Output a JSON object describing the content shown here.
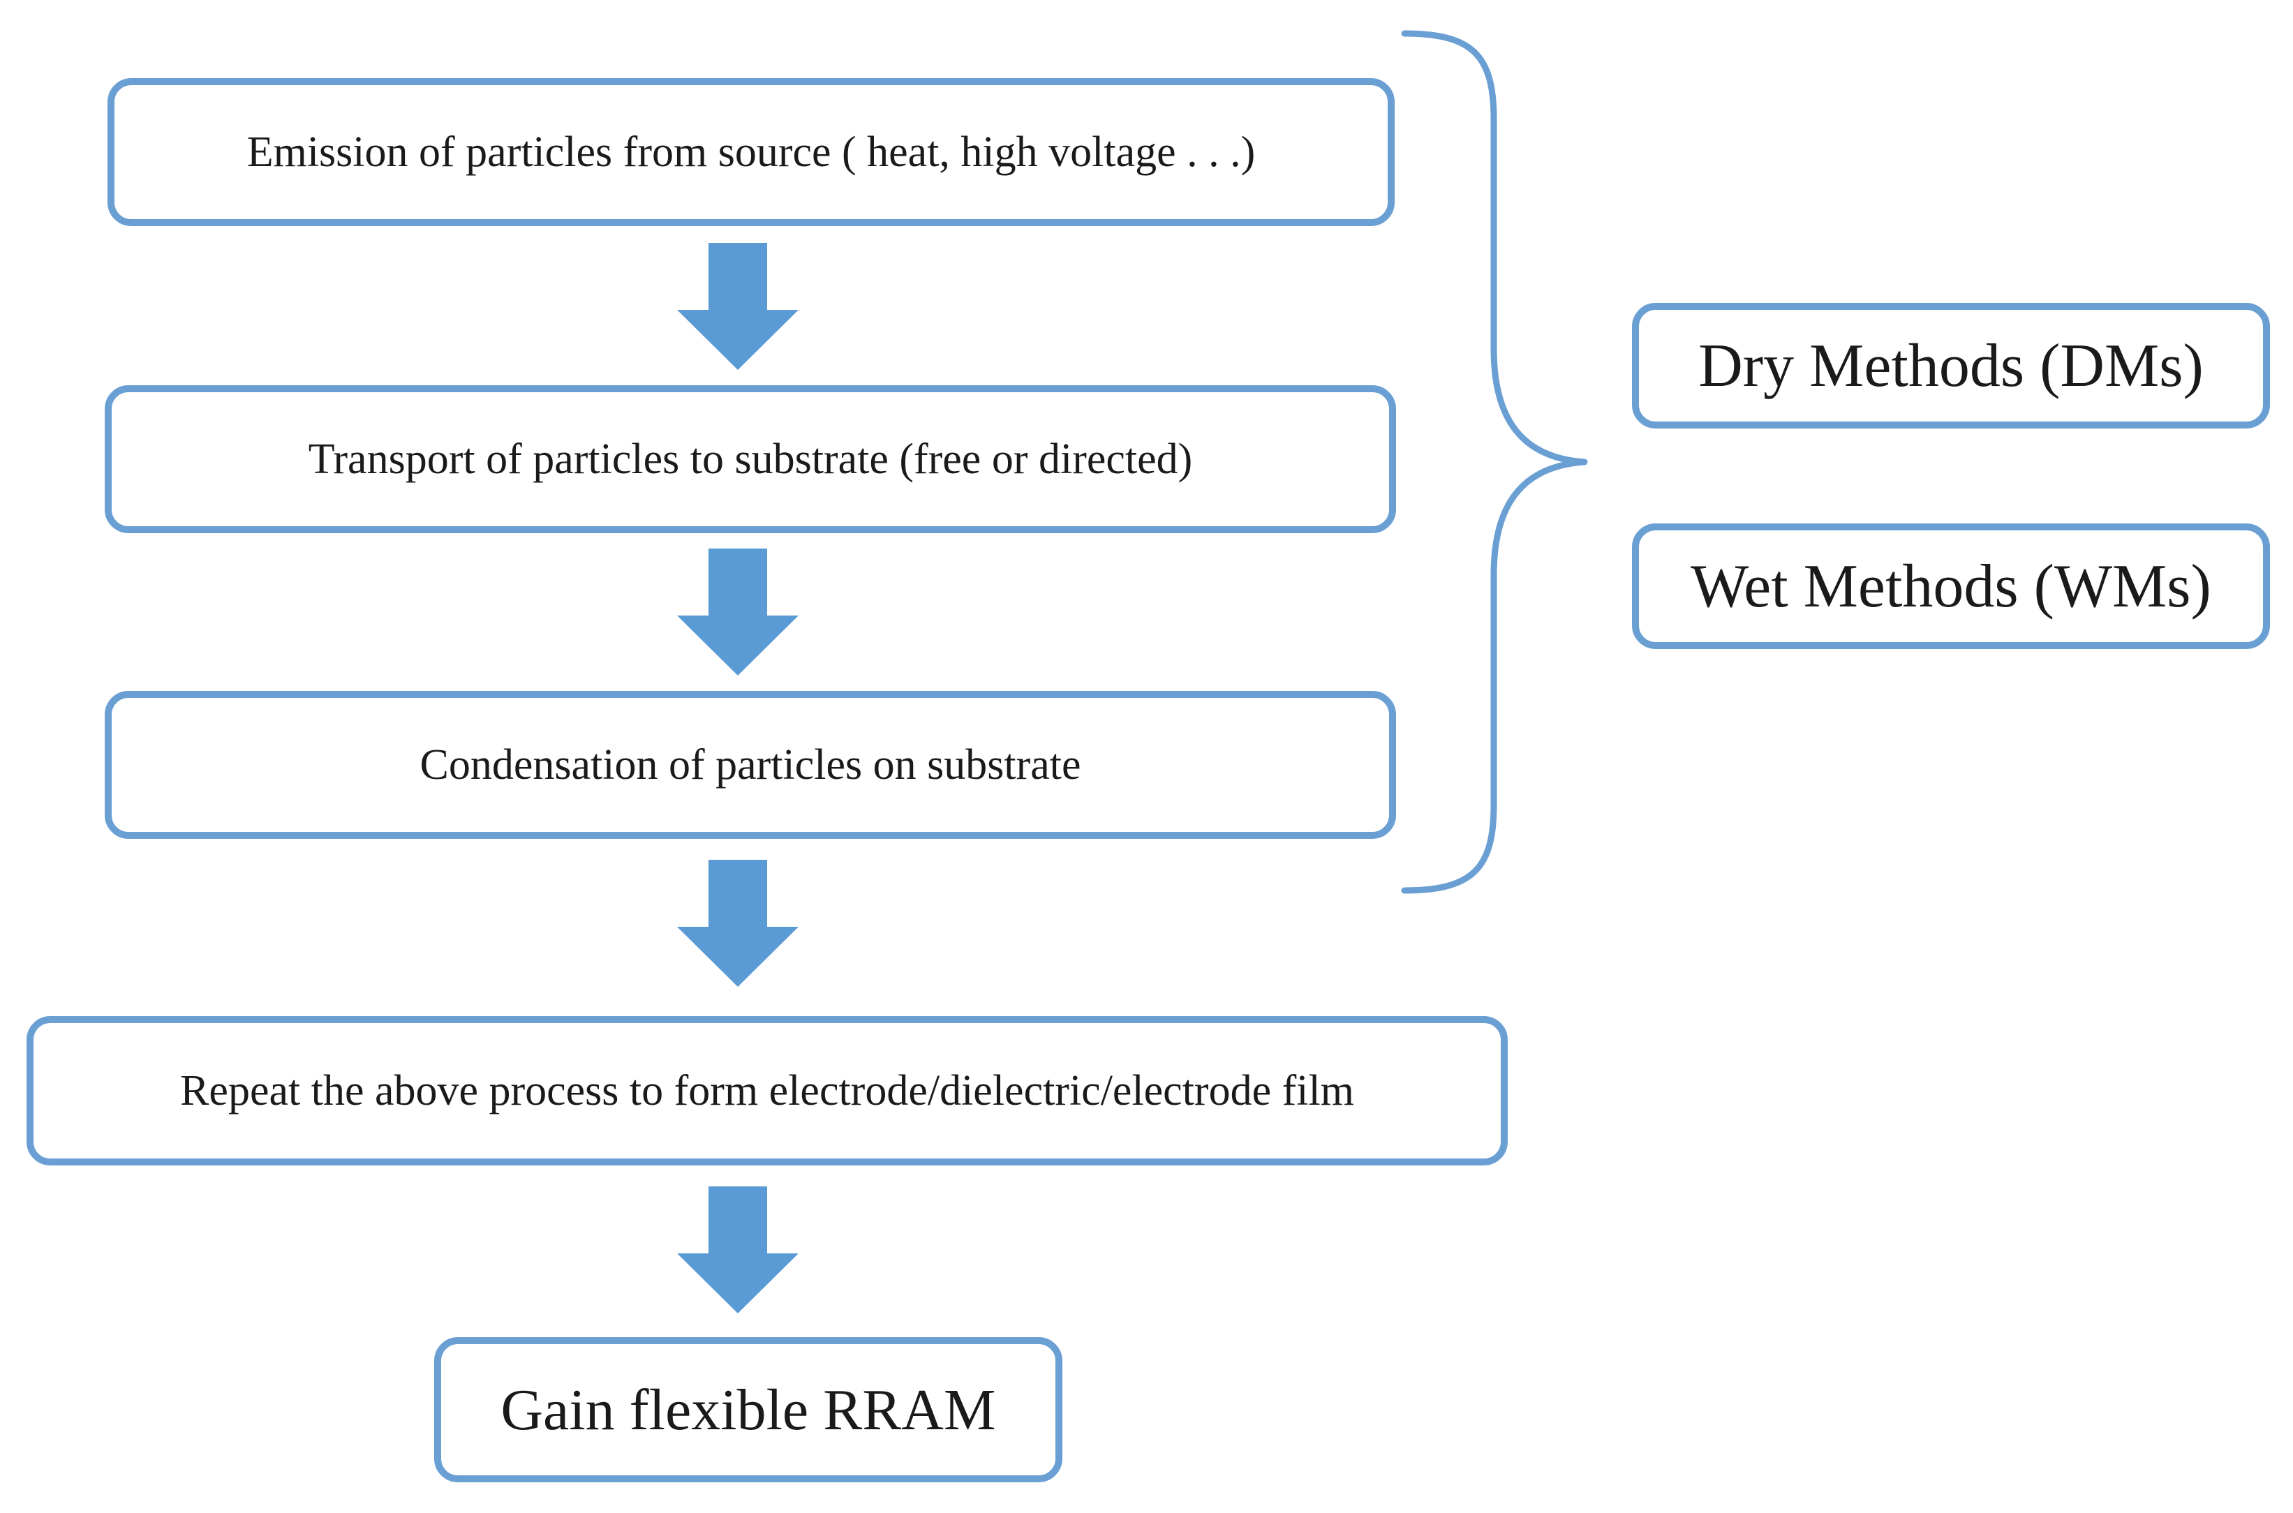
{
  "steps": {
    "emission": "Emission of particles from source ( heat, high voltage . . .)",
    "transport": "Transport of particles to substrate (free or directed)",
    "condensation": "Condensation of particles on substrate",
    "repeat": "Repeat the above process to form electrode/dielectric/electrode film",
    "final": "Gain flexible RRAM"
  },
  "methods": {
    "dry": "Dry Methods (DMs)",
    "wet": "Wet Methods (WMs)"
  },
  "colors": {
    "box_border": "#6a9fd3",
    "arrow_fill": "#5b9bd5",
    "text": "#1a1a1a"
  },
  "icons": {
    "arrow": "down-arrow-icon",
    "brace": "right-curly-brace"
  }
}
